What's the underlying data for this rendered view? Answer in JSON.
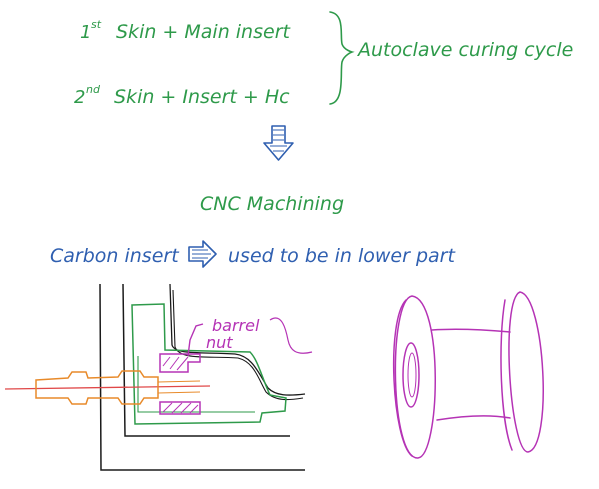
{
  "notes": {
    "line1_prefix": "1",
    "line1_sup": "st",
    "line1_text": "Skin + Main insert",
    "line2_prefix": "2",
    "line2_sup": "nd",
    "line2_text": "Skin + Insert + Hc",
    "process": "Autoclave curing cycle",
    "machining": "CNC Machining",
    "carbon_prefix": "Carbon insert",
    "carbon_suffix": "used to be in lower part",
    "barrel_label_1": "barrel",
    "barrel_label_2": "nut"
  },
  "colors": {
    "green": "#2e9a4a",
    "blue": "#2f5fb0",
    "magenta": "#b533b5",
    "orange": "#e88a2a",
    "red": "#e04848",
    "black": "#1a1a1a"
  }
}
